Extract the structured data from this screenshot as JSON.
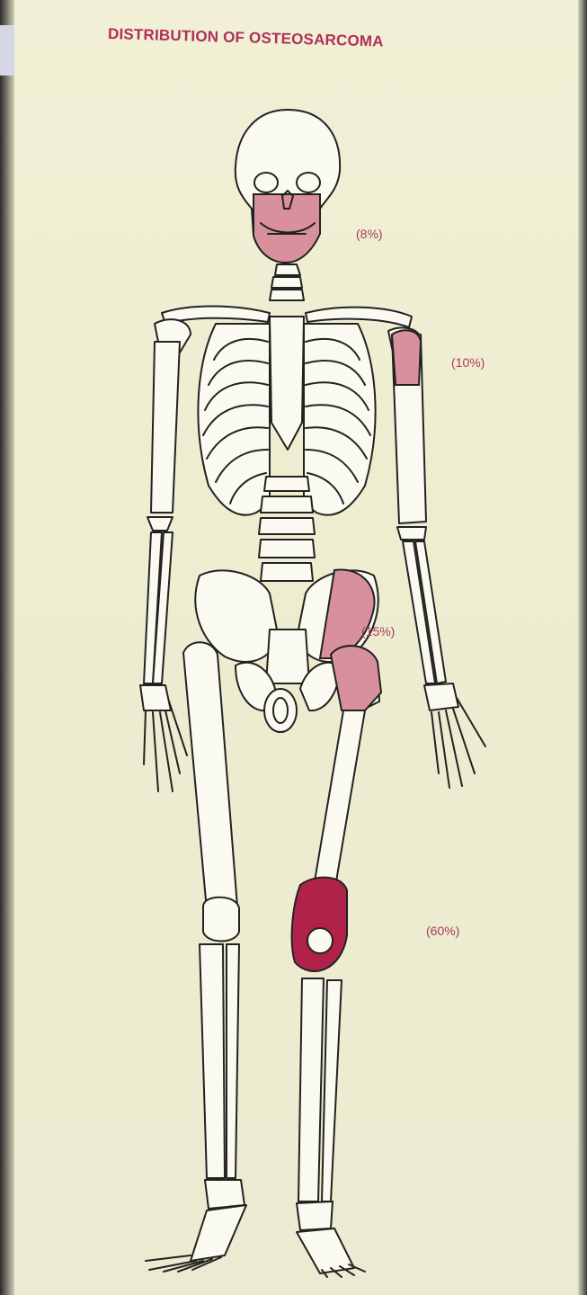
{
  "title": "DISTRIBUTION OF OSTEOSARCOMA",
  "regions": [
    {
      "site": "skull",
      "label": "(8%)",
      "percent": 8,
      "color": "#d8919c"
    },
    {
      "site": "humerus",
      "label": "(10%)",
      "percent": 10,
      "color": "#d8919c"
    },
    {
      "site": "pelvis-hip",
      "label": "(15%)",
      "percent": 15,
      "color": "#d8919c"
    },
    {
      "site": "knee",
      "label": "(60%)",
      "percent": 60,
      "color": "#b0224a"
    }
  ]
}
